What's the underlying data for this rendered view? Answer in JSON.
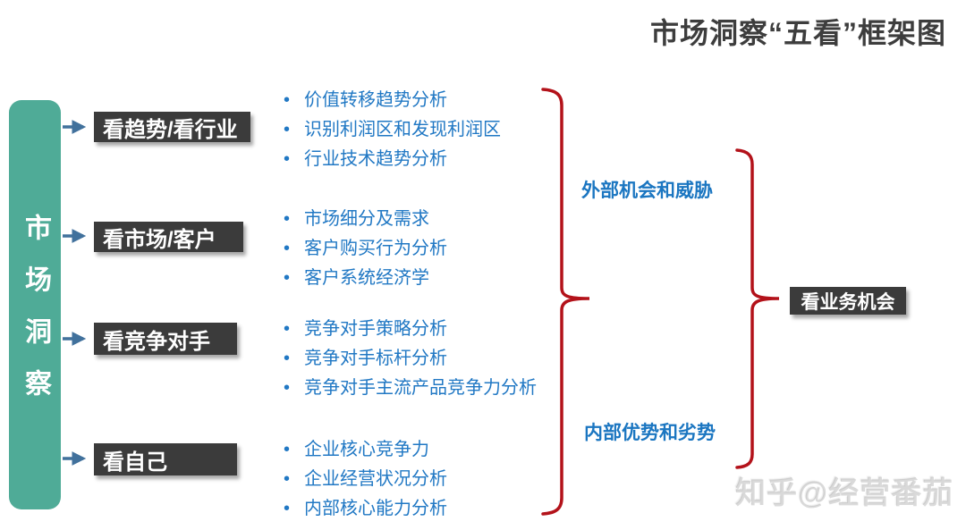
{
  "title": "市场洞察“五看”框架图",
  "root_label": "市场洞察",
  "rows": [
    {
      "box": "看趋势/看行业",
      "items": [
        "价值转移趋势分析",
        "识别利润区和发现利润区",
        "行业技术趋势分析"
      ]
    },
    {
      "box": "看市场/客户",
      "items": [
        "市场细分及需求",
        "客户购买行为分析",
        "客户系统经济学"
      ]
    },
    {
      "box": "看竞争对手",
      "items": [
        "竞争对手策略分析",
        "竞争对手标杆分析",
        "竞争对手主流产品竞争力分析"
      ]
    },
    {
      "box": "看自己",
      "items": [
        "企业核心竞争力",
        "企业经营状况分析",
        "内部核心能力分析"
      ]
    }
  ],
  "brace_labels": {
    "external": "外部机会和威胁",
    "internal": "内部优势和劣势"
  },
  "result_box_label": "看业务机会",
  "watermark": "知乎@经营番茄",
  "colors": {
    "root_teal": "#4fab97",
    "box_dark": "#3b3b3b",
    "bullet_blue": "#2178c4",
    "label_blue": "#1b76c1",
    "arrow_blue": "#41719c",
    "brace_red": "#b3121a",
    "title_gray": "#3d3d3d"
  }
}
